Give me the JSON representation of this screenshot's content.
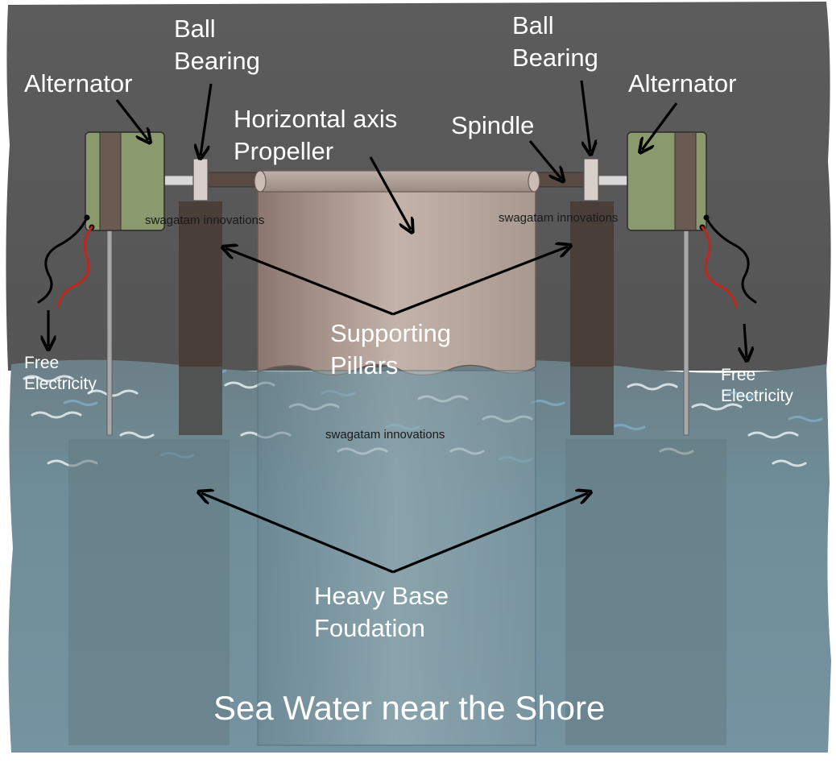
{
  "diagram": {
    "labels": {
      "alternator_left": "Alternator",
      "alternator_right": "Alternator",
      "ball_bearing_left_1": "Ball",
      "ball_bearing_left_2": "Bearing",
      "ball_bearing_right_1": "Ball",
      "ball_bearing_right_2": "Bearing",
      "propeller_1": "Horizontal axis",
      "propeller_2": "Propeller",
      "spindle": "Spindle",
      "pillars_1": "Supporting",
      "pillars_2": "Pillars",
      "free_left_1": "Free",
      "free_left_2": "Electricity",
      "free_right_1": "Free",
      "free_right_2": "Electricity",
      "foundation_1": "Heavy Base",
      "foundation_2": "Foudation",
      "sea": "Sea Water near the Shore"
    },
    "watermarks": {
      "left": "swagatam innovations",
      "right": "swagatam innovations",
      "center": "swagatam innovations"
    },
    "colors": {
      "sky": "#5a5a5a",
      "water": "#6f8f9a",
      "alternator": "#8a9a6c",
      "alternator_band": "#6a5a52",
      "pillar": "#4a3e39",
      "propeller": "#b09c93",
      "wire_red": "#c0281e",
      "wire_black": "#000000"
    }
  }
}
